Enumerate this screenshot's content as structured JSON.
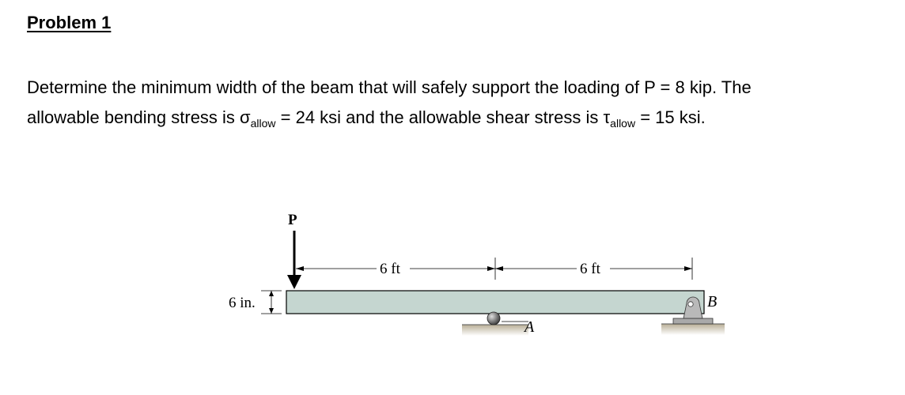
{
  "problem": {
    "title": "Problem 1",
    "line1": "Determine the minimum width of the beam that will safely support the loading of P = 8 kip. The",
    "line2_a": "allowable bending stress is σ",
    "line2_sub1": "allow",
    "line2_b": " = 24 ksi and the allowable shear stress is τ",
    "line2_sub2": "allow",
    "line2_c": " = 15 ksi."
  },
  "figure": {
    "load_label": "P",
    "dim_span1": "6 ft",
    "dim_span2": "6 ft",
    "height_label": "6 in.",
    "support_a_label": "A",
    "support_b_label": "B",
    "beam_color": "#c5d6d0",
    "ground_color": "#c9c1ae"
  }
}
